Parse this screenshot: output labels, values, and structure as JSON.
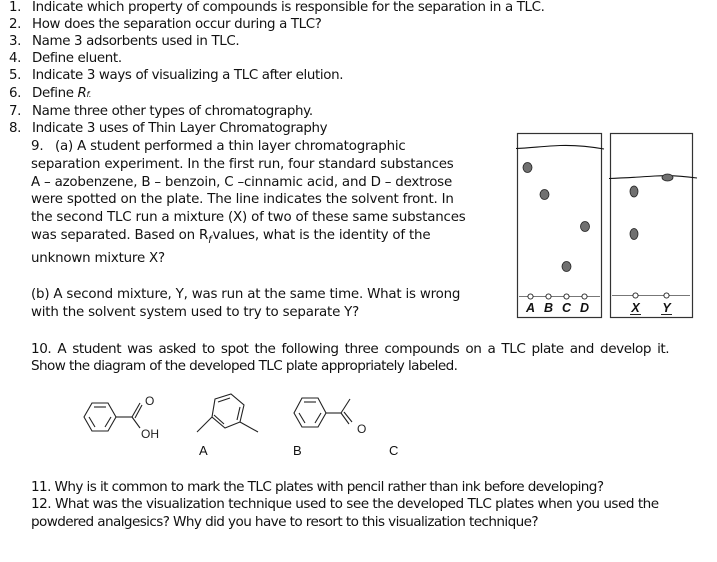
{
  "questions_1_8": [
    {
      "num": "1.",
      "text": "Indicate which property of compounds is responsible for the separation in a TLC."
    },
    {
      "num": "2.",
      "text": "How does the separation occur during a TLC?"
    },
    {
      "num": "3.",
      "text": "Name 3 adsorbents used in TLC."
    },
    {
      "num": "4.",
      "text": "Define eluent."
    },
    {
      "num": "5.",
      "text": "Indicate 3 ways of visualizing a TLC after elution."
    },
    {
      "num": "6.",
      "text": "Define ",
      "symbol": "R",
      "subscript": "f."
    },
    {
      "num": "7.",
      "text": "Name three other types of chromatography."
    },
    {
      "num": "8.",
      "text": "Indicate 3 uses of Thin Layer Chromatography"
    }
  ],
  "question_9": {
    "num": "9.",
    "part_a_lines": [
      "(a) A student performed a thin layer chromatographic",
      "separation experiment.  In the first run, four standard substances",
      "A – azobenzene, B – benzoin, C –cinnamic acid, and D – dextrose",
      "were spotted on the plate. The line indicates the solvent front.  In",
      "the second TLC run a mixture (X) of two of these same substances"
    ],
    "part_a_rf_line_before": "was separated.  Based on R",
    "part_a_rf_sub": "f",
    "part_a_rf_line_after": "values, what is the identity of the",
    "part_a_last": "unknown mixture X?",
    "part_b_lines": [
      "(b) A second mixture, Y, was run at the same time.  What is wrong",
      "with the solvent system used to try to separate Y?"
    ]
  },
  "tlc_plates": {
    "plate1": {
      "lanes": [
        "A",
        "B",
        "C",
        "D"
      ]
    },
    "plate2": {
      "lanes": [
        "X",
        "Y"
      ]
    },
    "spot_color": "#6e6e6e"
  },
  "question_10": {
    "lines": [
      "10. A student was asked to spot the following three compounds on a TLC plate and develop it.",
      "Show the diagram of the developed TLC plate appropriately labeled."
    ],
    "compounds": [
      {
        "label": "A",
        "group_text": "OH",
        "top_text": "O"
      },
      {
        "label": "B"
      },
      {
        "label": "C",
        "group_text": "O"
      }
    ]
  },
  "question_11": "11. Why is it common to mark the TLC plates with pencil rather than ink before developing?",
  "question_12_lines": [
    "12. What was the visualization technique used to see the developed TLC plates when you used the",
    "powdered analgesics? Why did you have to resort to this visualization technique?"
  ]
}
